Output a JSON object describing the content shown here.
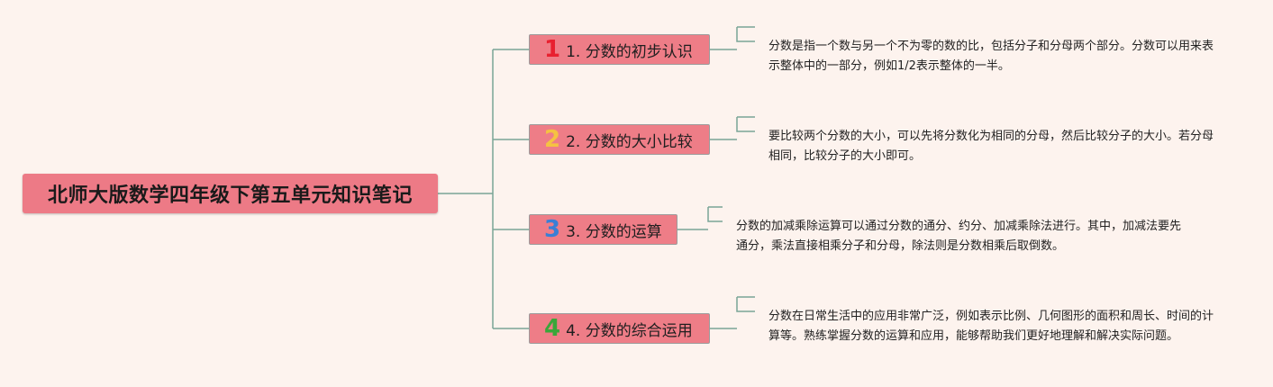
{
  "root": {
    "title": "北师大版数学四年级下第五单元知识笔记"
  },
  "topics": [
    {
      "number": "1",
      "number_color": "#e8202f",
      "label": "1. 分数的初步认识",
      "note": "分数是指一个数与另一个不为零的数的比，包括分子和分母两个部分。分数可以用来表示整体中的一部分，例如1/2表示整体的一半。"
    },
    {
      "number": "2",
      "number_color": "#f5c242",
      "label": "2. 分数的大小比较",
      "note": "要比较两个分数的大小，可以先将分数化为相同的分母，然后比较分子的大小。若分母相同，比较分子的大小即可。"
    },
    {
      "number": "3",
      "number_color": "#3a7fd5",
      "label": "3. 分数的运算",
      "note": "分数的加减乘除运算可以通过分数的通分、约分、加减乘除法进行。其中，加减法要先通分，乘法直接相乘分子和分母，除法则是分数相乘后取倒数。"
    },
    {
      "number": "4",
      "number_color": "#3aa63a",
      "label": "4. 分数的综合运用",
      "note": "分数在日常生活中的应用非常广泛，例如表示比例、几何图形的面积和周长、时间的计算等。熟练掌握分数的运算和应用，能够帮助我们更好地理解和解决实际问题。"
    }
  ],
  "colors": {
    "background": "#fdf3ee",
    "node_fill": "#ee7d87",
    "connector": "#7aa596"
  }
}
